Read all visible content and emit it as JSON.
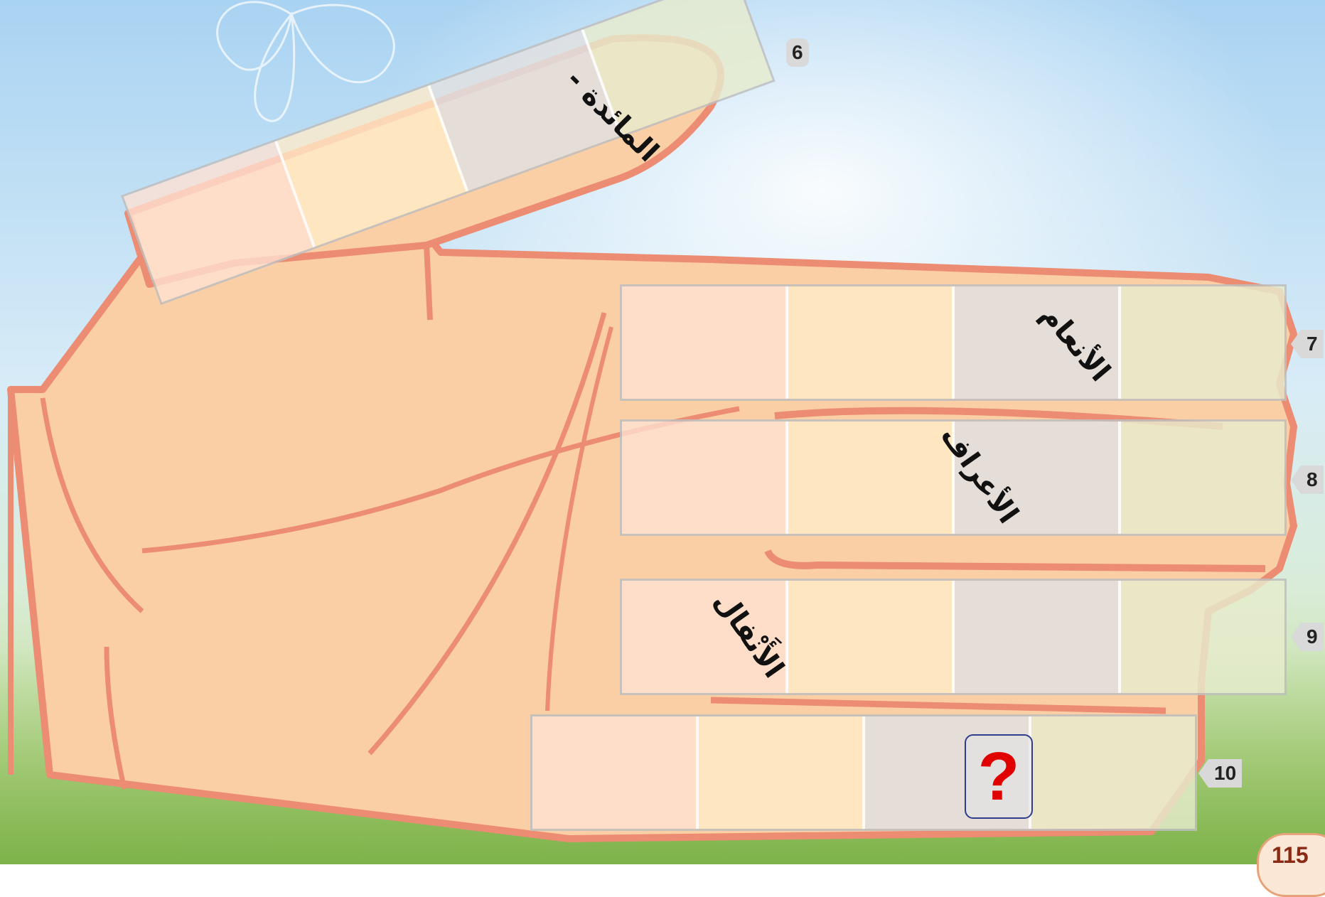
{
  "colors": {
    "sky_top": "#aed4ef",
    "grass": "#8fbf4f",
    "hand_fill": "#fbcfa6",
    "hand_outline": "#ec8c72",
    "question_mark": "#e00000"
  },
  "fingers": [
    {
      "number": "6",
      "label": "المائدة -"
    },
    {
      "number": "7",
      "label": "الأنعام"
    },
    {
      "number": "8",
      "label": "الأعراف"
    },
    {
      "number": "9",
      "label": "الأَنْفال"
    },
    {
      "number": "10",
      "label": ""
    }
  ],
  "question": {
    "symbol": "?",
    "icon": "question-mark-icon"
  },
  "page_number": "115"
}
